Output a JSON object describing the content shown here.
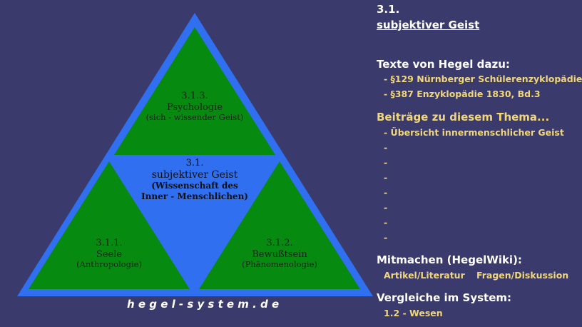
{
  "triangle": {
    "top": {
      "number": "3.1.3.",
      "name": "Psychologie",
      "sub": "(sich - wissender Geist)"
    },
    "center": {
      "number": "3.1.",
      "name": "subjektiver Geist",
      "sub": "(Wissenschaft des Inner - Menschlichen)"
    },
    "left": {
      "number": "3.1.1.",
      "name": "Seele",
      "sub": "(Anthropologie)"
    },
    "right": {
      "number": "3.1.2.",
      "name": "Bewußtsein",
      "sub": "(Phänomenologie)"
    },
    "colors": {
      "outer": "#2f6ff0",
      "inner": "#068a10",
      "background": "#3a3a6c"
    }
  },
  "site": "hegel-system.de",
  "side": {
    "number": "3.1.",
    "title": "subjektiver Geist",
    "texts_heading": "Texte von Hegel dazu:",
    "texts": [
      "- §129 Nürnberger Schülerenzyklopädie",
      "- §387 Enzyklopädie 1830, Bd.3"
    ],
    "beitraege_heading": "Beiträge zu diesem Thema...",
    "beitraege": [
      "- Übersicht innermenschlicher Geist"
    ],
    "placeholders": [
      "-",
      "-",
      "-",
      "-",
      "-",
      "-",
      "-"
    ],
    "mitmachen_heading": "Mitmachen (HegelWiki):",
    "mitmachen_links": [
      "Artikel/Literatur",
      "Fragen/Diskussion"
    ],
    "vergleiche_heading": "Vergleiche im System:",
    "vergleiche_link": "1.2 - Wesen",
    "colors": {
      "link": "#f1d77a",
      "heading": "#ffffff"
    }
  }
}
